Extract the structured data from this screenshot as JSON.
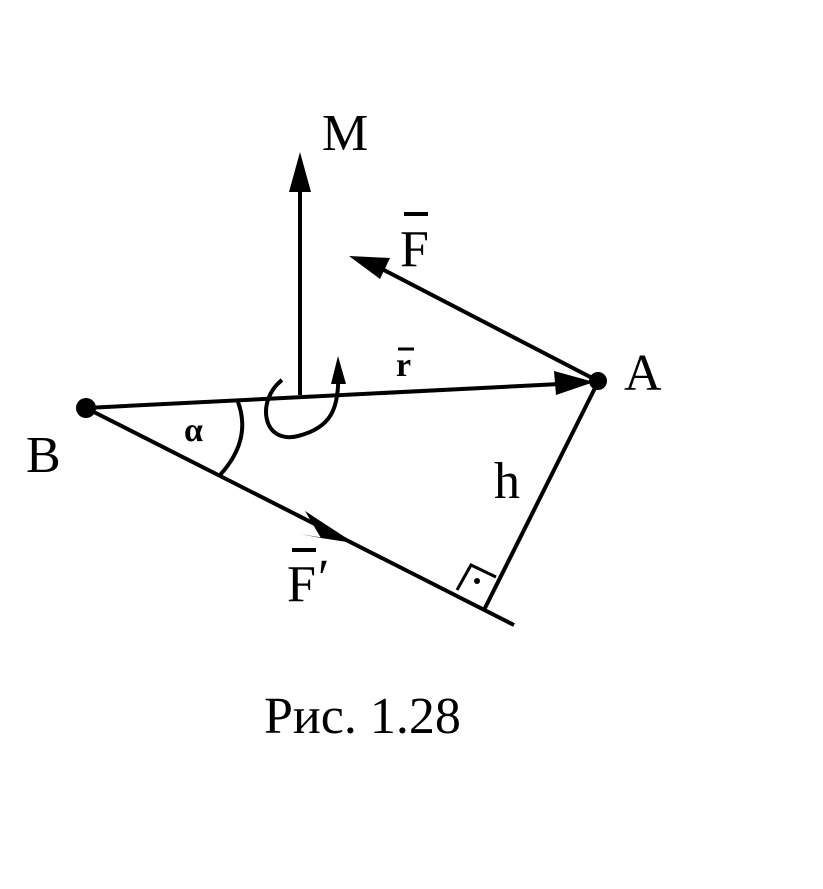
{
  "labels": {
    "moment": "M",
    "force": "F",
    "radius_vector": "r",
    "point_a": "A",
    "point_b": "B",
    "angle": "α",
    "arm": "h",
    "force_prime": "F",
    "prime_mark": "′"
  },
  "caption": "Рис. 1.28",
  "colors": {
    "ink": "#000000",
    "background": "#ffffff"
  }
}
